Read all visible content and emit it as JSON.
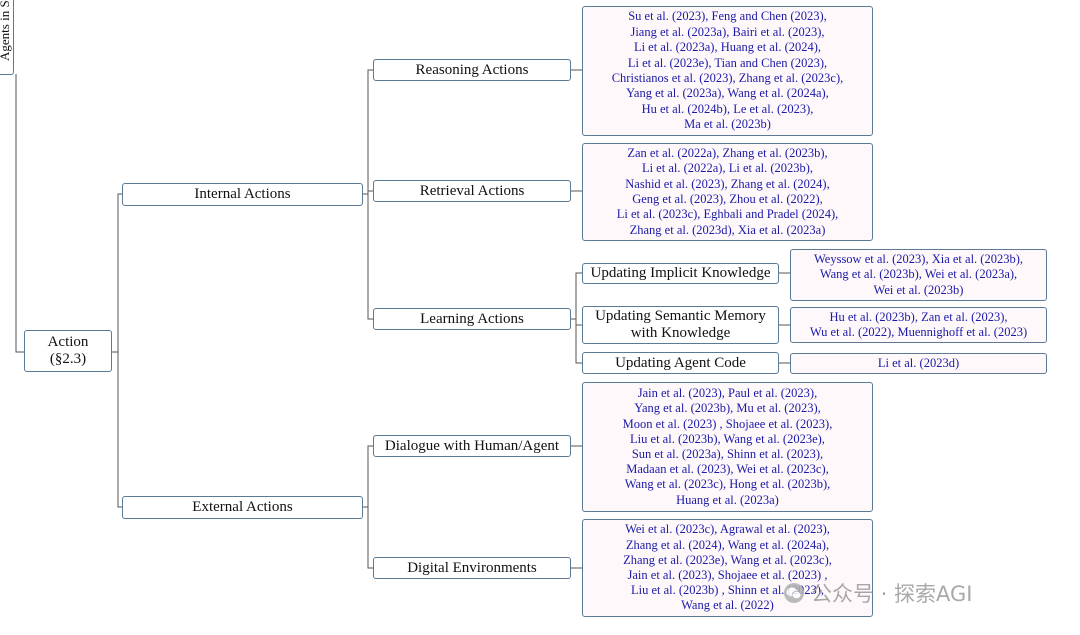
{
  "diagram": {
    "side_label": "Agents in S",
    "root": {
      "label": "Action",
      "ref": "(§2.3)"
    },
    "internal_actions": {
      "label": "Internal Actions",
      "reasoning": {
        "label": "Reasoning Actions",
        "citations": "Su et al. (2023), Feng and Chen (2023),\nJiang et al. (2023a), Bairi et al. (2023),\nLi et al. (2023a), Huang et al. (2024),\nLi et al. (2023e), Tian and Chen (2023),\nChristianos et al. (2023), Zhang et al. (2023c),\nYang et al. (2023a), Wang et al. (2024a),\nHu et al. (2024b), Le et al. (2023),\nMa et al. (2023b)"
      },
      "retrieval": {
        "label": "Retrieval Actions",
        "citations": "Zan et al. (2022a), Zhang et al. (2023b),\nLi et al. (2022a), Li et al. (2023b),\nNashid et al. (2023), Zhang et al. (2024),\nGeng et al. (2023), Zhou et al. (2022),\nLi et al. (2023c), Eghbali and Pradel (2024),\nZhang et al. (2023d), Xia et al. (2023a)"
      },
      "learning": {
        "label": "Learning Actions",
        "implicit": {
          "label": "Updating Implicit Knowledge",
          "citations": "Weyssow et al. (2023), Xia et al. (2023b),\nWang et al. (2023b), Wei et al. (2023a),\nWei et al. (2023b)"
        },
        "semantic": {
          "label": "Updating Semantic Memory with Knowledge",
          "citations": "Hu et al. (2023b), Zan et al. (2023),\nWu et al. (2022), Muennighoff et al. (2023)"
        },
        "code": {
          "label": "Updating Agent Code",
          "citations": "Li et al. (2023d)"
        }
      }
    },
    "external_actions": {
      "label": "External Actions",
      "dialogue": {
        "label": "Dialogue with Human/Agent",
        "citations": "Jain et al. (2023), Paul et al. (2023),\nYang et al. (2023b), Mu et al. (2023),\nMoon et al. (2023) , Shojaee et al. (2023),\nLiu et al. (2023b), Wang et al. (2023e),\nSun et al. (2023a), Shinn et al. (2023),\nMadaan et al. (2023), Wei et al. (2023c),\nWang et al. (2023c), Hong et al. (2023b),\nHuang et al. (2023a)"
      },
      "digital": {
        "label": "Digital Environments",
        "citations": "Wei et al. (2023c), Agrawal et al. (2023),\nZhang et al. (2024), Wang et al. (2024a),\nZhang et al. (2023e), Wang et al. (2023c),\nJain et al. (2023), Shojaee et al. (2023) ,\nLiu et al. (2023b) , Shinn et al. (2023),\nWang et al. (2022)"
      }
    }
  },
  "watermark": {
    "text": "公众号 · 探索AGI"
  },
  "colors": {
    "border": "#5b7a96",
    "citation_text": "#1a1aa8",
    "leaf_fill": "#fff8fa",
    "connector": "#555555"
  }
}
